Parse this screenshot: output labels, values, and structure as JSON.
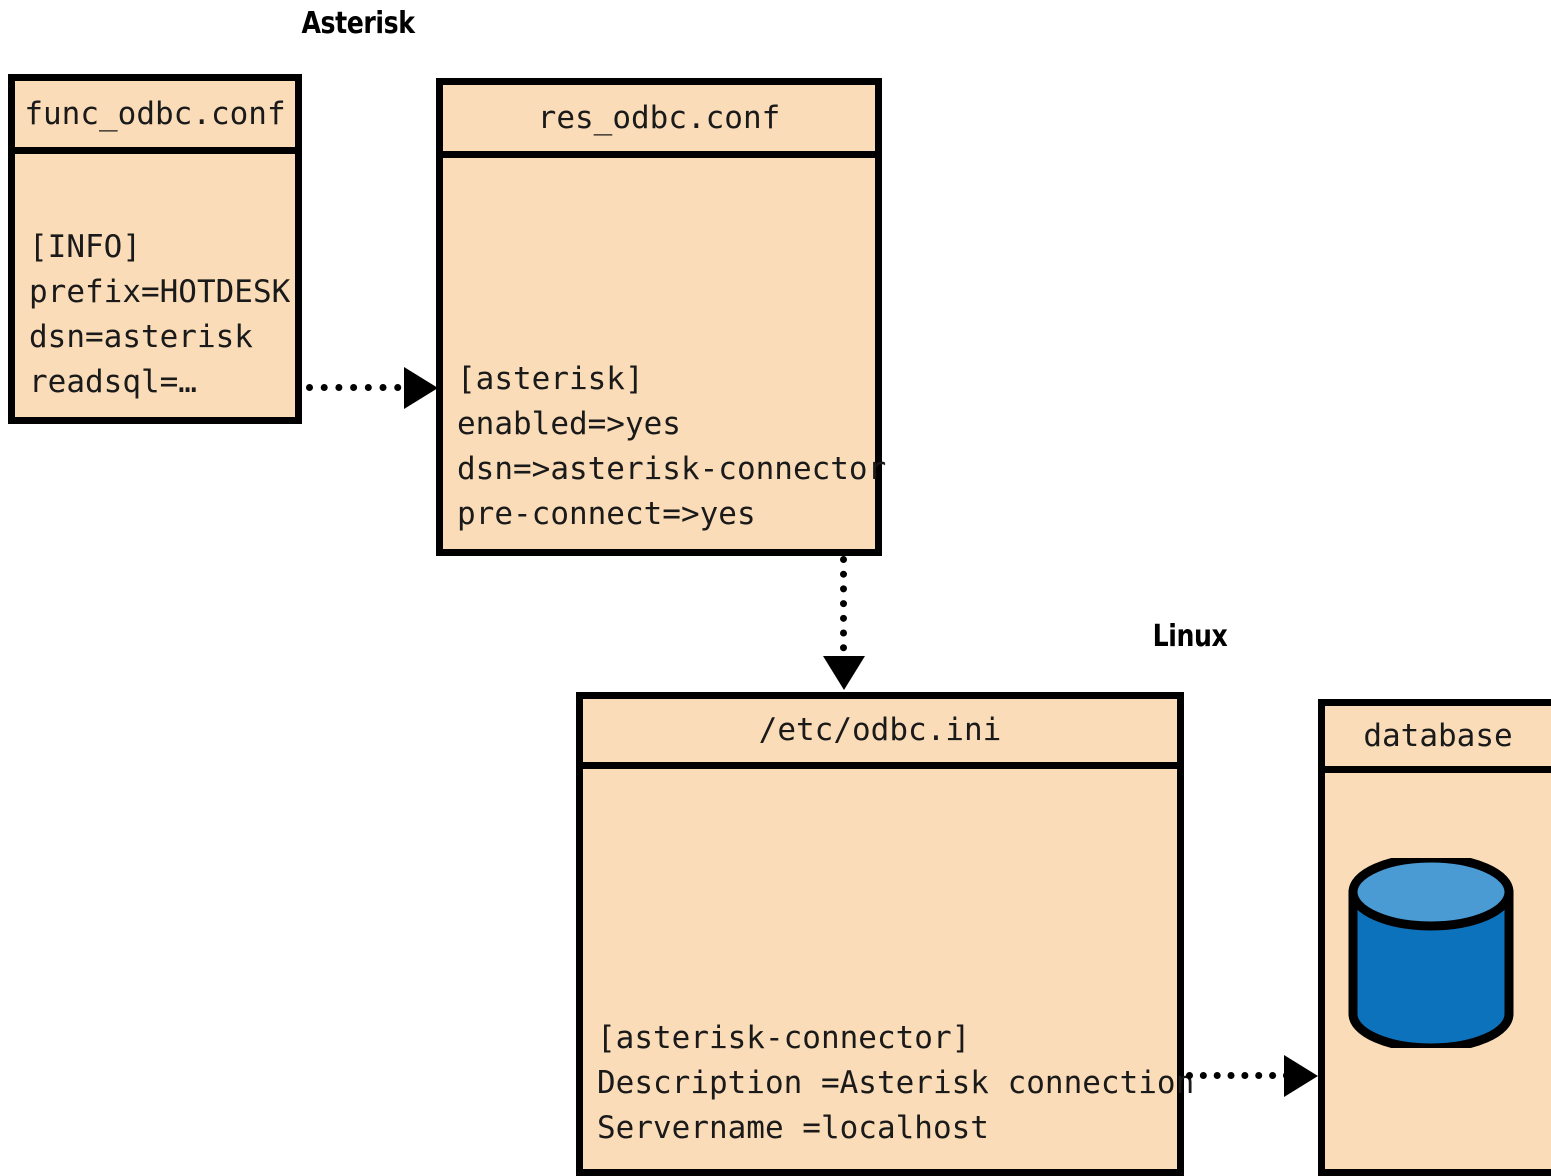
{
  "diagram": {
    "title_asterisk": "Asterisk",
    "title_linux": "Linux",
    "colors": {
      "box_fill": "#fadcb8",
      "box_border": "#000000",
      "cylinder_top": "#4a9ad4",
      "cylinder_body": "#0d72bc",
      "text": "#1a1a1a",
      "background": "#ffffff"
    }
  },
  "boxes": {
    "func_odbc": {
      "title": "func_odbc.conf",
      "lines": [
        "[INFO]",
        "prefix=HOTDESK",
        "dsn=asterisk",
        "readsql=…"
      ]
    },
    "res_odbc": {
      "title": "res_odbc.conf",
      "lines": [
        "[asterisk]",
        "enabled=>yes",
        "dsn=>asterisk-connector",
        "pre-connect=>yes"
      ]
    },
    "odbc_ini": {
      "title": "/etc/odbc.ini",
      "lines": [
        "[asterisk-connector]",
        "Description =Asterisk connection",
        "Servername =localhost"
      ]
    },
    "database": {
      "title": "database",
      "lines": []
    }
  },
  "arrows": [
    {
      "name": "func-to-res",
      "direction": "right"
    },
    {
      "name": "res-to-odbcini",
      "direction": "down"
    },
    {
      "name": "odbcini-to-database",
      "direction": "right"
    }
  ]
}
